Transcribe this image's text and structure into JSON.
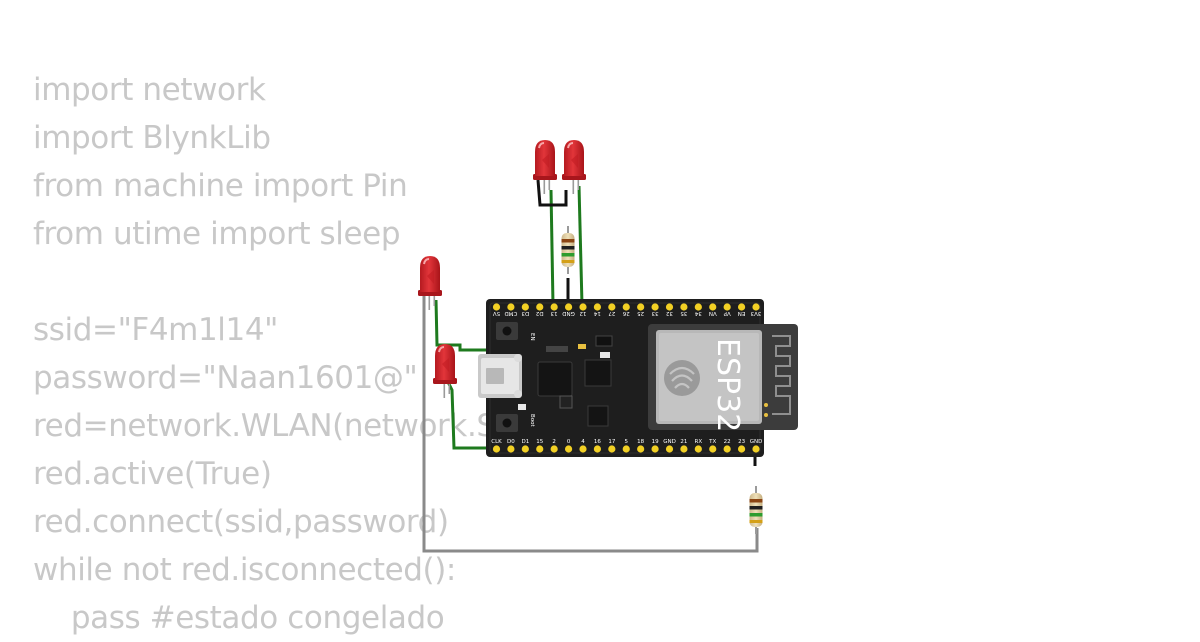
{
  "code_lines": [
    "import network",
    "import BlynkLib",
    "from machine import Pin",
    "from utime import sleep",
    "",
    "ssid=\"F4m1l14\"",
    "password=\"Naan1601@\"",
    "red=network.WLAN(network.S",
    "red.active(True)",
    "red.connect(ssid,password)",
    "while not red.isconnected():",
    "    pass #estado congelado"
  ],
  "board": {
    "label": "ESP32",
    "top_pins": [
      "3V3",
      "EN",
      "VP",
      "VN",
      "34",
      "35",
      "32",
      "33",
      "25",
      "26",
      "27",
      "14",
      "12",
      "GND",
      "13",
      "D2",
      "D3",
      "CMD",
      "5V"
    ],
    "bottom_pins": [
      "GND",
      "23",
      "22",
      "TX",
      "RX",
      "21",
      "GND",
      "19",
      "18",
      "5",
      "17",
      "16",
      "4",
      "0",
      "2",
      "15",
      "D1",
      "D0",
      "CLK"
    ],
    "en_button_label": "EN",
    "boot_button_label": "Boot"
  },
  "colors": {
    "board": "#1e1e1e",
    "pin": "#f2d024",
    "wire_green": "#1e7a1e",
    "wire_gray": "#8a8a8a",
    "wire_black": "#111111",
    "led": "#d9282e",
    "code_text": "#c8c8c8"
  }
}
